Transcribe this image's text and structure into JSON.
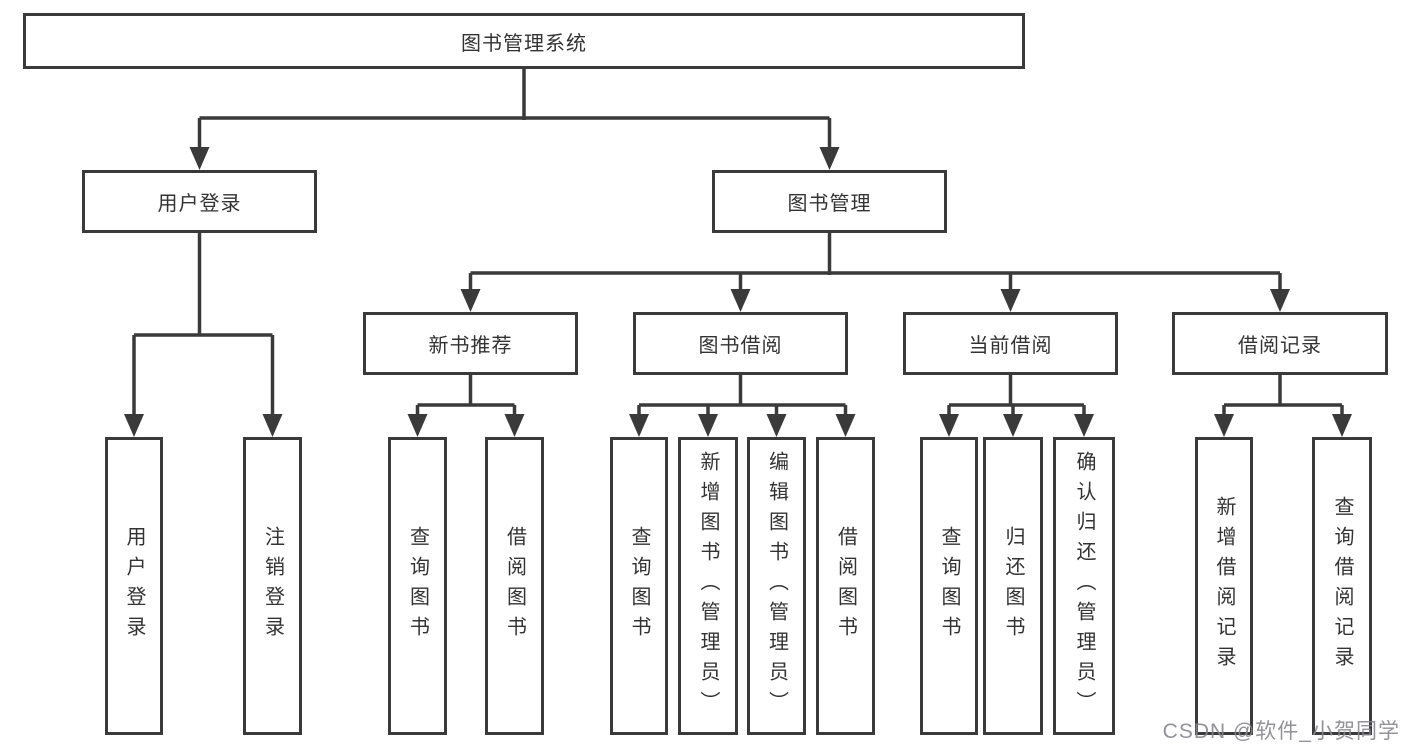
{
  "diagram": {
    "type": "tree",
    "colors": {
      "line": "#3a3a3a",
      "box_border": "#3a3a3a",
      "box_fill": "#ffffff",
      "text": "#333333",
      "watermark": "#86868e"
    },
    "tree": {
      "label": "图书管理系统",
      "children": [
        {
          "label": "用户登录",
          "children": [
            {
              "label": "用户登录"
            },
            {
              "label": "注销登录"
            }
          ]
        },
        {
          "label": "图书管理",
          "children": [
            {
              "label": "新书推荐",
              "children": [
                {
                  "label": "查询图书"
                },
                {
                  "label": "借阅图书"
                }
              ]
            },
            {
              "label": "图书借阅",
              "children": [
                {
                  "label": "查询图书"
                },
                {
                  "label": "新增图书（管理员）"
                },
                {
                  "label": "编辑图书（管理员）"
                },
                {
                  "label": "借阅图书"
                }
              ]
            },
            {
              "label": "当前借阅",
              "children": [
                {
                  "label": "查询图书"
                },
                {
                  "label": "归还图书"
                },
                {
                  "label": "确认归还（管理员）"
                }
              ]
            },
            {
              "label": "借阅记录",
              "children": [
                {
                  "label": "新增借阅记录"
                },
                {
                  "label": "查询借阅记录"
                }
              ]
            }
          ]
        }
      ]
    }
  },
  "watermark": {
    "text": "CSDN @软件_小贺同学"
  }
}
